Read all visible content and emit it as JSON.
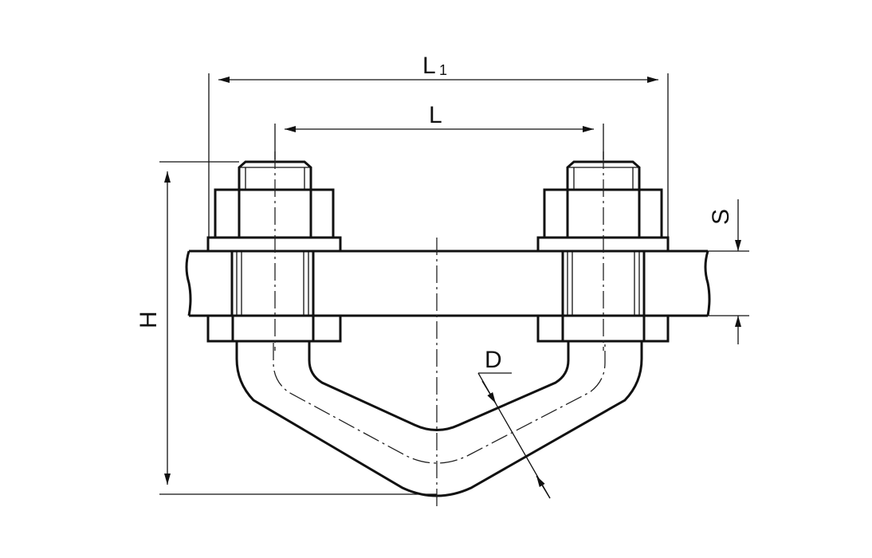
{
  "drawing": {
    "labels": {
      "overall_length": "L",
      "overall_length_sub": "1",
      "bolt_spacing": "L",
      "height": "H",
      "plate_thickness": "S",
      "rod_diameter": "D"
    }
  }
}
